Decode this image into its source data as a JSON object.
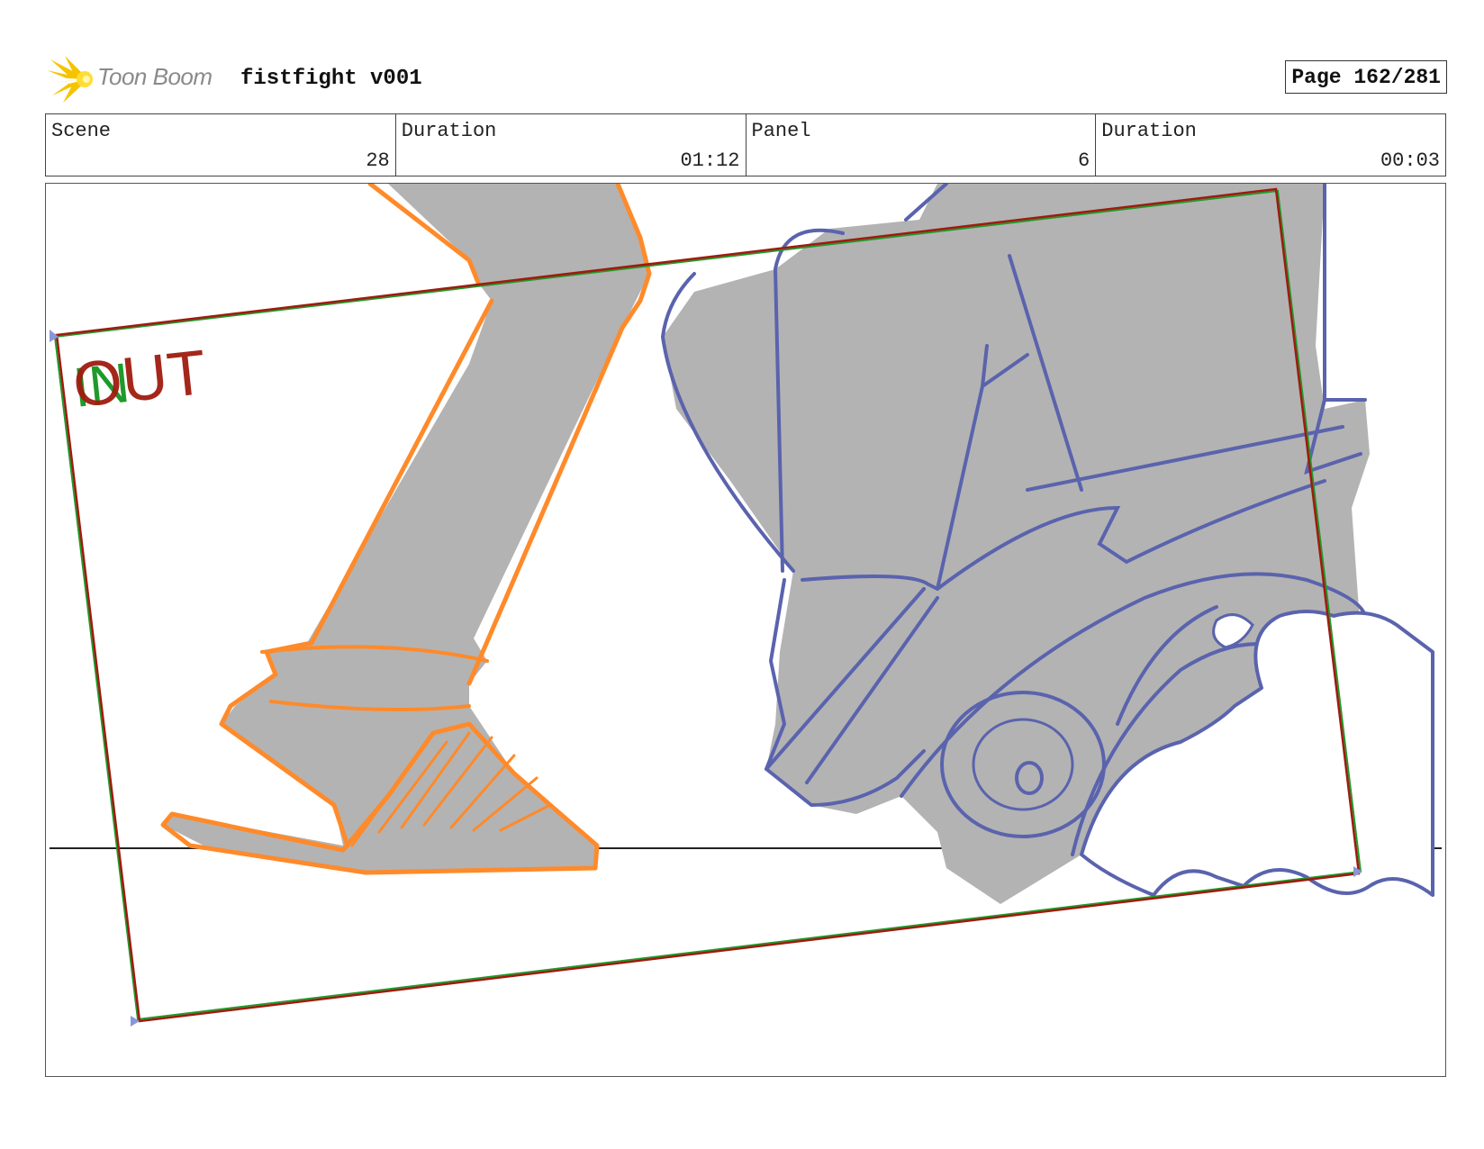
{
  "header": {
    "logo_text": "Toon Boom",
    "project_title": "fistfight v001",
    "page_label": "Page 162/281"
  },
  "info": {
    "scene_label": "Scene",
    "scene_value": "28",
    "scene_duration_label": "Duration",
    "scene_duration_value": "01:12",
    "panel_label": "Panel",
    "panel_value": "6",
    "panel_duration_label": "Duration",
    "panel_duration_value": "00:03"
  },
  "panel_marks": {
    "in_label": "IN",
    "out_label": "OUT"
  },
  "colors": {
    "camera_frame": "#a01a0f",
    "in_marker": "#1f9a2a",
    "orange_sketch": "#ff8a2a",
    "blue_sketch": "#5a63ad",
    "fill_grey": "#b3b3b3"
  }
}
